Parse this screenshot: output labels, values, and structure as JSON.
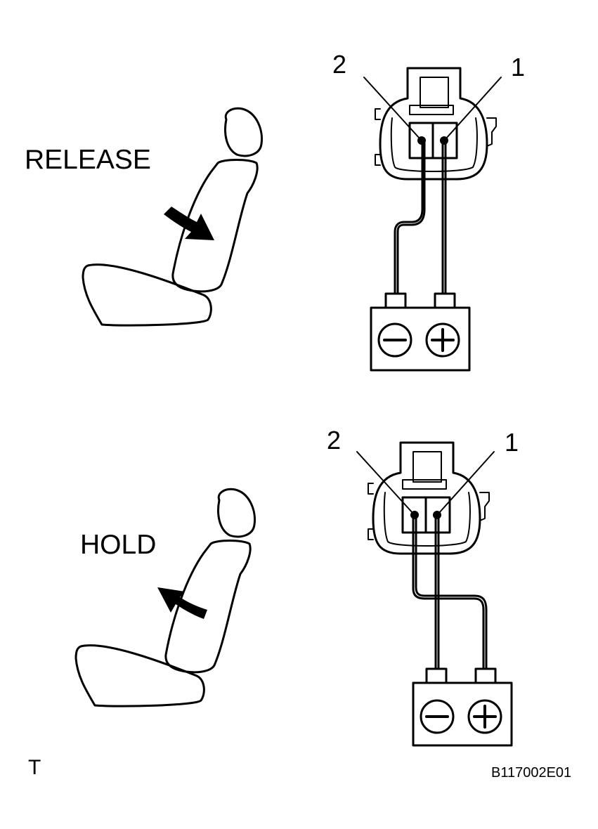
{
  "panels": [
    {
      "mode_label": "RELEASE",
      "pin_left": "2",
      "pin_right": "1",
      "battery_left_symbol": "−",
      "battery_right_symbol": "+"
    },
    {
      "mode_label": "HOLD",
      "pin_left": "2",
      "pin_right": "1",
      "battery_left_symbol": "−",
      "battery_right_symbol": "+"
    }
  ],
  "footer": {
    "corner_mark": "T",
    "figure_code": "B117002E01"
  }
}
